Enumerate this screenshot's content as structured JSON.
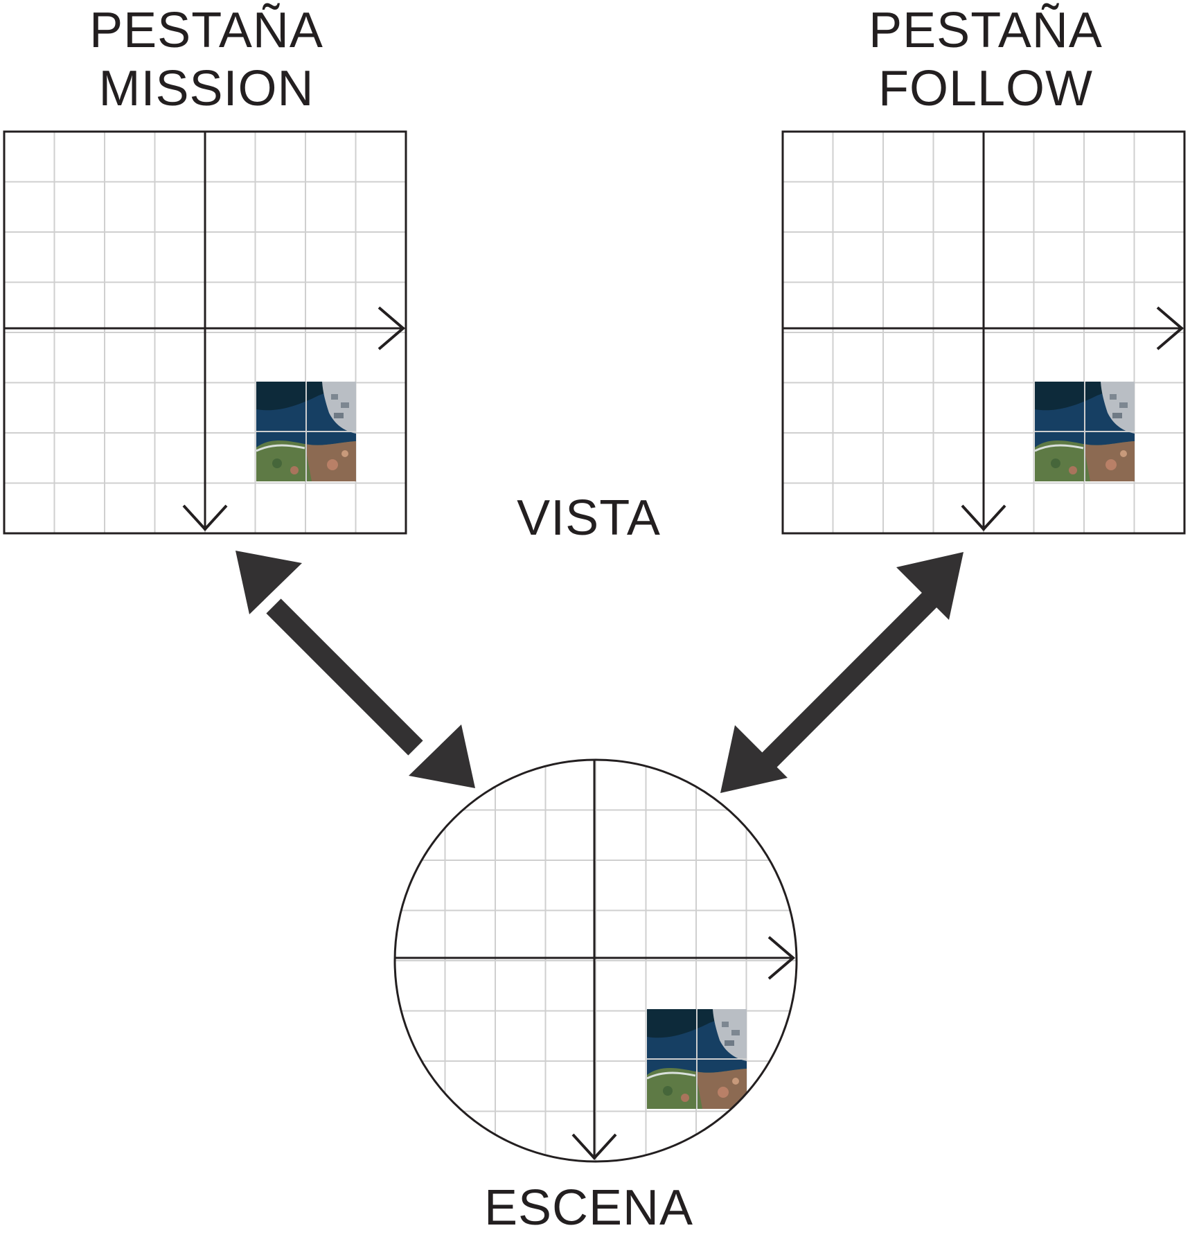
{
  "labels": {
    "mission_line1": "PESTAÑA",
    "mission_line2": "MISSION",
    "follow_line1": "PESTAÑA",
    "follow_line2": "FOLLOW",
    "vista": "VISTA",
    "escena": "ESCENA"
  },
  "colors": {
    "ink": "#231f20",
    "grid": "#cfcfcf",
    "arrow_fill": "#333132",
    "sea_dark": "#0d2a3a",
    "sea_blue": "#1c4f7a",
    "land_green": "#5e7a45",
    "land_red": "#9a6a55",
    "port_gray": "#b9bec4"
  },
  "icons": {
    "axis_arrow": "open-chevron-arrowhead",
    "link_arrow": "double-headed-arrow",
    "tile": "satellite-image-tile"
  }
}
